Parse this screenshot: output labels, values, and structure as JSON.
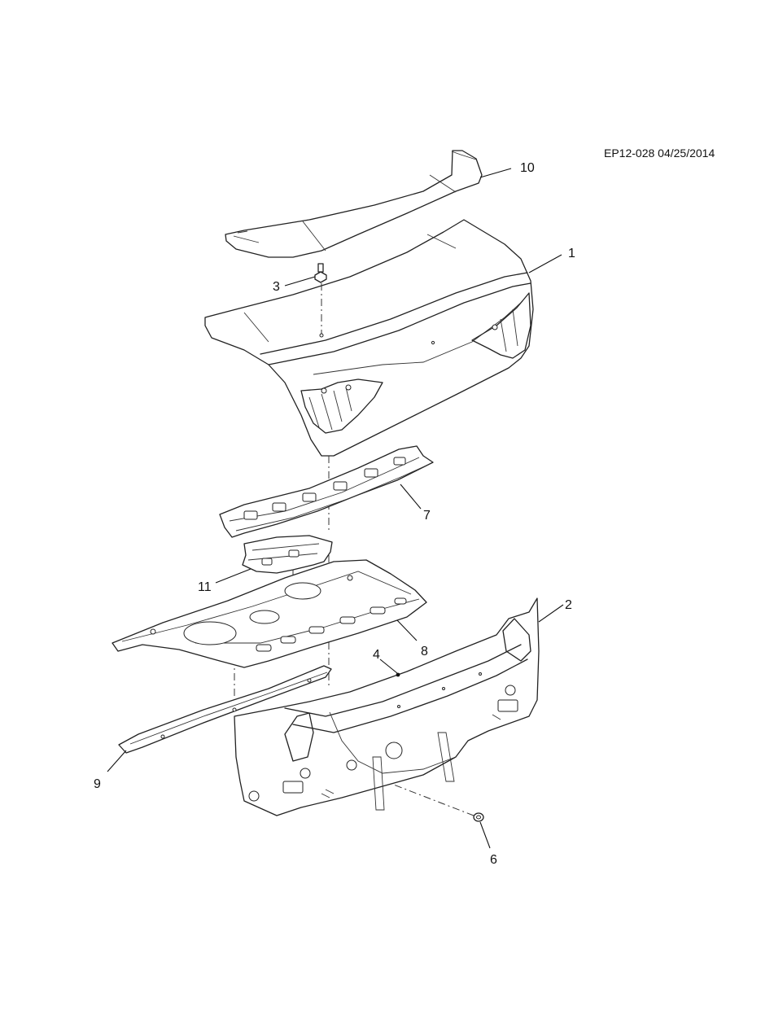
{
  "reference": "EP12-028 04/25/2014",
  "callouts": {
    "spoiler": "10",
    "decklid": "1",
    "nut": "3",
    "reinforcement": "7",
    "shim": "11",
    "shelf_panel": "8",
    "rear_end_panel": "2",
    "fastener": "4",
    "strip": "9",
    "bumper": "6"
  }
}
